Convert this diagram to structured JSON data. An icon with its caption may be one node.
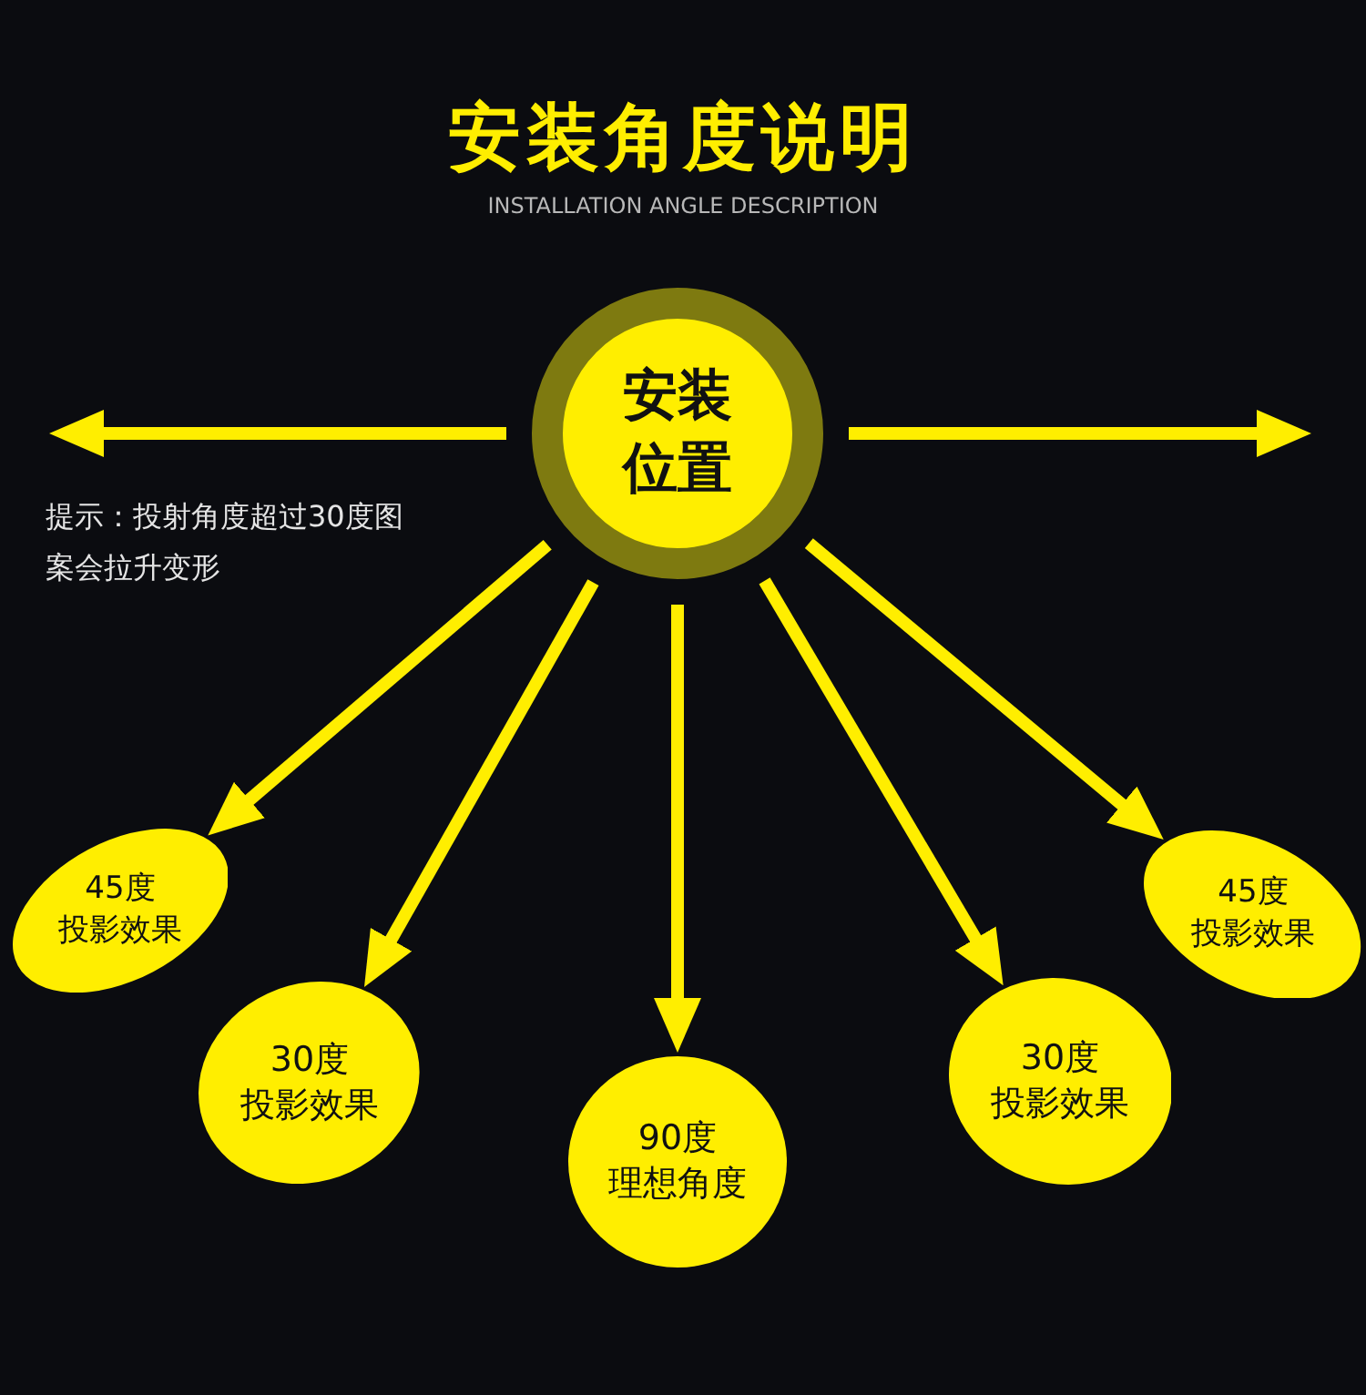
{
  "diagram": {
    "title": "安装角度说明",
    "nodes": [
      {
        "text": [
          "安装位置"
        ]
      },
      {
        "text": [
          "45度",
          "投影效果"
        ]
      },
      {
        "text": [
          "30度",
          "投影效果"
        ]
      },
      {
        "text": [
          "90度",
          "理想角度"
        ]
      },
      {
        "text": [
          "30度",
          "投影效果"
        ]
      },
      {
        "text": [
          "45度",
          "投影效果"
        ]
      }
    ],
    "edges": [
      {
        "from": 0,
        "to": null,
        "arrow": "to"
      },
      {
        "from": 0,
        "to": null,
        "arrow": "to"
      },
      {
        "from": 0,
        "to": 1,
        "arrow": "to"
      },
      {
        "from": 0,
        "to": 2,
        "arrow": "to"
      },
      {
        "from": 0,
        "to": 3,
        "arrow": "to"
      },
      {
        "from": 0,
        "to": 4,
        "arrow": "to"
      },
      {
        "from": 0,
        "to": 5,
        "arrow": "to"
      }
    ],
    "labels": [
      "INSTALLATION ANGLE DESCRIPTION",
      "提示：投射角度超过30度图案会拉升变形"
    ]
  }
}
